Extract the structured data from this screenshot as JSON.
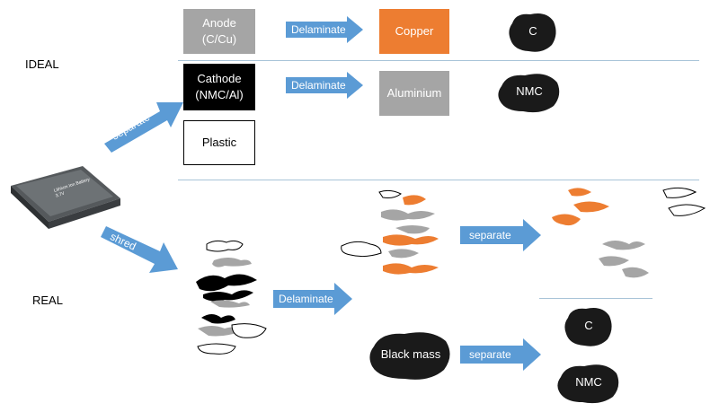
{
  "labels": {
    "ideal": "IDEAL",
    "real": "REAL"
  },
  "boxes": {
    "anode": "Anode\n(C/Cu)",
    "cathode": "Cathode\n(NMC/Al)",
    "plastic": "Plastic",
    "copper": "Copper",
    "aluminium": "Aluminium"
  },
  "arrows": {
    "delaminate_1": "Delaminate",
    "delaminate_2": "Delaminate",
    "separate_diag": "separate",
    "shred": "shred",
    "delaminate_real": "Delaminate",
    "separate_real_1": "separate",
    "separate_real_2": "separate"
  },
  "blobs": {
    "c_ideal": "C",
    "nmc_ideal": "NMC",
    "black_mass": "Black mass",
    "c_real": "C",
    "nmc_real": "NMC"
  },
  "battery_text": "Lithium Ion Battery 3.7V",
  "colors": {
    "arrow": "#5b9bd5",
    "copper": "#ed7d31",
    "aluminium": "#a5a5a5",
    "cathode": "#000000",
    "divider": "#a8c4d8"
  }
}
